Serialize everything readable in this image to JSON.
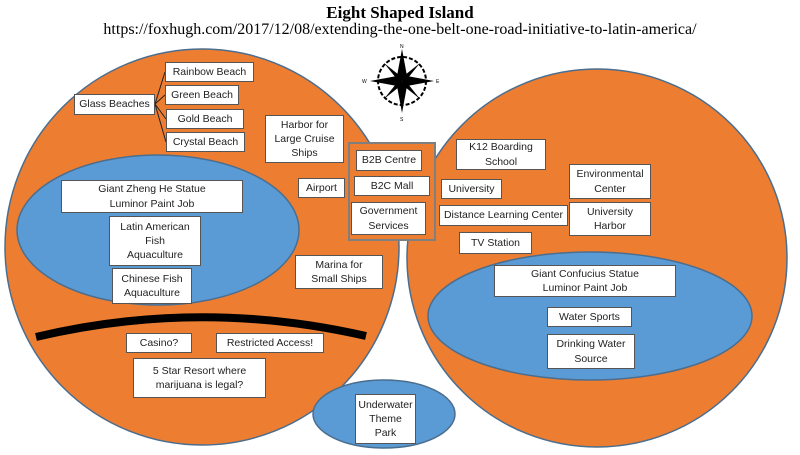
{
  "title": "Eight Shaped Island",
  "source": "https://foxhugh.com/2017/12/08/extending-the-one-belt-one-road-initiative-to-latin-america/",
  "colors": {
    "land": "#ED7D31",
    "water": "#5B9BD5",
    "border": "#4A6E8F"
  },
  "compass": {
    "n": "N",
    "s": "S",
    "e": "E",
    "w": "W"
  },
  "left_island": {
    "glass_beaches": "Glass Beaches",
    "beaches": [
      "Rainbow Beach",
      "Green Beach",
      "Gold Beach",
      "Crystal Beach"
    ],
    "harbor": "Harbor for\nLarge Cruise\nShips",
    "airport": "Airport",
    "statue": "Giant Zheng He Statue\nLuminor Paint Job",
    "latin_fish": "Latin American\nFish\nAquaculture",
    "chinese_fish": "Chinese Fish\nAquaculture",
    "marina": "Marina for\nSmall Ships",
    "casino": "Casino?",
    "restricted": "Restricted Access!",
    "resort": "5 Star Resort where\nmarijuana is legal?"
  },
  "center": {
    "b2b": "B2B Centre",
    "b2c": "B2C Mall",
    "gov": "Government\nServices"
  },
  "right_island": {
    "k12": "K12 Boarding\nSchool",
    "university": "University",
    "distance": "Distance Learning Center",
    "tv": "TV Station",
    "environmental": "Environmental\nCenter",
    "univ_harbor": "University\nHarbor",
    "statue": "Giant Confucius Statue\nLuminor Paint Job",
    "water_sports": "Water Sports",
    "drinking": "Drinking Water\nSource"
  },
  "underwater": "Underwater\nTheme\nPark"
}
